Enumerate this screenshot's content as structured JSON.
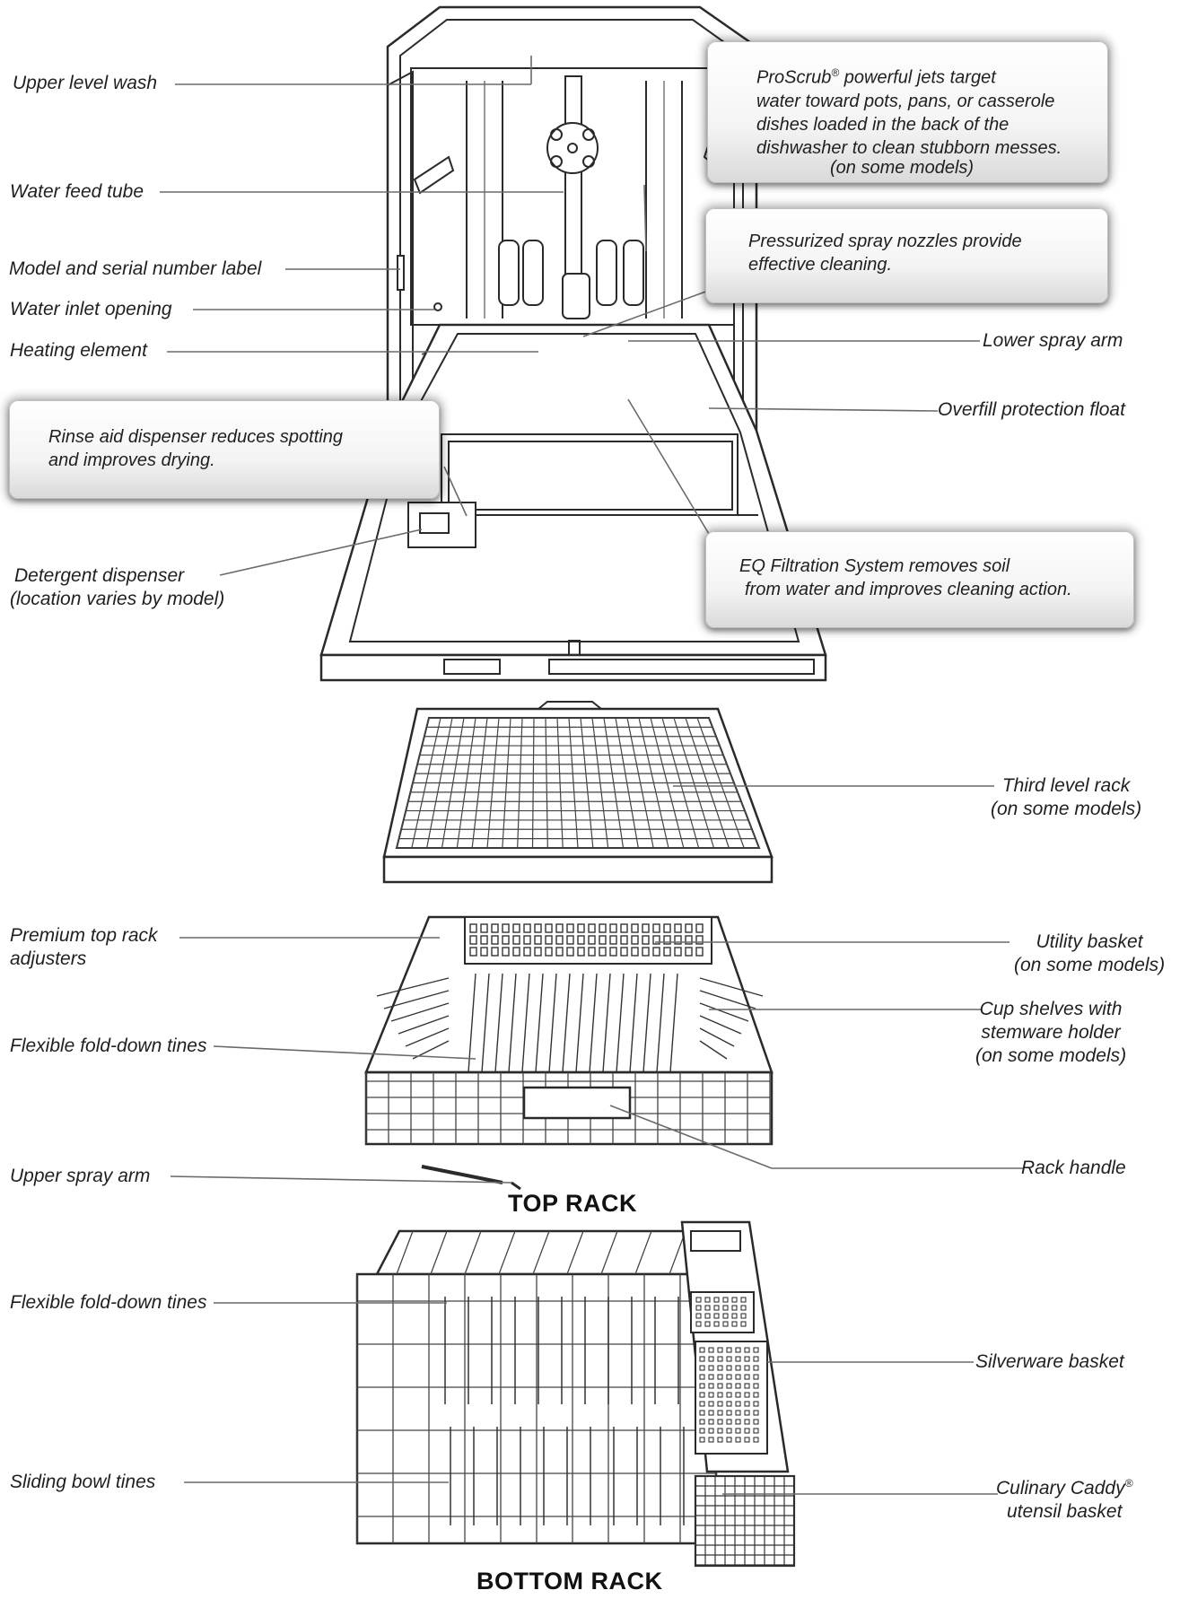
{
  "labels": {
    "upper_level_wash": "Upper level wash",
    "water_feed_tube": "Water feed tube",
    "model_serial_label": "Model and serial number label",
    "water_inlet": "Water inlet opening",
    "heating_element": "Heating element",
    "detergent_dispenser_1": "Detergent dispenser",
    "detergent_dispenser_2": "(location varies by model)",
    "lower_spray_arm": "Lower spray arm",
    "overfill_float": "Overfill protection float",
    "third_rack_1": "Third level rack",
    "third_rack_2": "(on some models)",
    "top_rack_adjusters_1": "Premium top rack",
    "top_rack_adjusters_2": "adjusters",
    "fold_tines_top": "Flexible fold-down tines",
    "upper_spray_arm": "Upper spray arm",
    "utility_basket_1": "Utility basket",
    "utility_basket_2": "(on some models)",
    "cup_shelves_1": "Cup shelves with",
    "cup_shelves_2": "stemware holder",
    "cup_shelves_3": "(on some models)",
    "rack_handle": "Rack handle",
    "fold_tines_bottom": "Flexible fold-down tines",
    "sliding_bowl_tines": "Sliding bowl tines",
    "silverware_basket": "Silverware basket",
    "culinary_caddy_1": "Culinary Caddy",
    "culinary_caddy_reg": "®",
    "culinary_caddy_2": "utensil basket"
  },
  "callouts": {
    "proscrub": {
      "brand": "ProScrub",
      "reg": "®",
      "line1_rest": " powerful jets target",
      "line2": "water toward pots, pans, or casserole",
      "line3": "dishes loaded in the back of the",
      "line4": "dishwasher to clean stubborn messes.",
      "line5": "(on some models)"
    },
    "pressurized": {
      "line1": "Pressurized spray nozzles provide",
      "line2": "effective cleaning."
    },
    "rinse_aid": {
      "line1": "Rinse aid dispenser reduces spotting",
      "line2": "and improves drying."
    },
    "eq_filtration": {
      "line1": "EQ Filtration System removes soil",
      "line2": "from water and improves cleaning action."
    }
  },
  "rack_titles": {
    "top": "TOP RACK",
    "bottom": "BOTTOM RACK"
  }
}
